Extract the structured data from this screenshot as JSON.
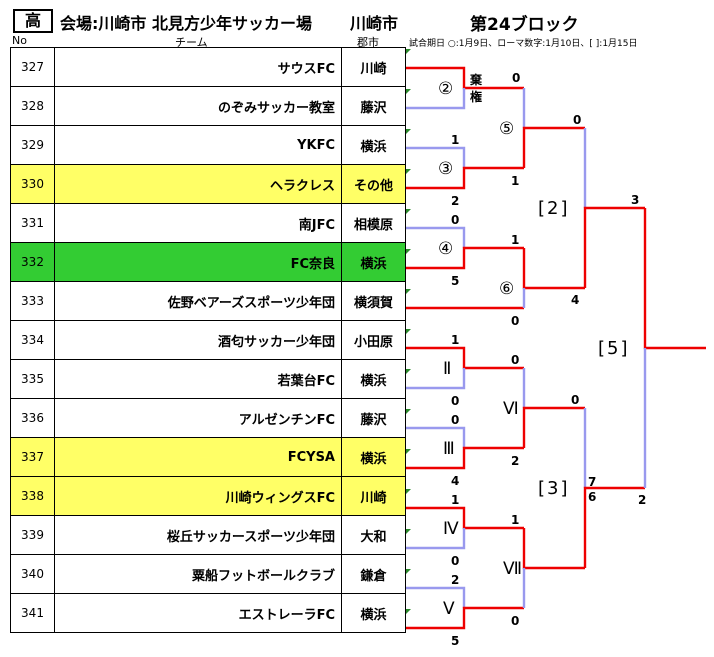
{
  "header": {
    "badge": "高",
    "venue": "会場:川崎市 北見方少年サッカー場",
    "city": "川崎市",
    "block": "第24ブロック",
    "col_no": "No",
    "col_team": "チーム",
    "col_city": "郡市",
    "note": "試合期日 ○:1月9日、ローマ数字:1月10日、[ ]:1月15日"
  },
  "teams": [
    {
      "no": "327",
      "name": "サウスFC",
      "city": "川崎",
      "highlight": ""
    },
    {
      "no": "328",
      "name": "のぞみサッカー教室",
      "city": "藤沢",
      "highlight": ""
    },
    {
      "no": "329",
      "name": "YKFC",
      "city": "横浜",
      "highlight": ""
    },
    {
      "no": "330",
      "name": "ヘラクレス",
      "city": "その他",
      "highlight": "#ffff66"
    },
    {
      "no": "331",
      "name": "南JFC",
      "city": "相模原",
      "highlight": ""
    },
    {
      "no": "332",
      "name": "FC奈良",
      "city": "横浜",
      "highlight": "#33cc33"
    },
    {
      "no": "333",
      "name": "佐野ベアーズスポーツ少年団",
      "city": "横須賀",
      "highlight": ""
    },
    {
      "no": "334",
      "name": "酒匂サッカー少年団",
      "city": "小田原",
      "highlight": ""
    },
    {
      "no": "335",
      "name": "若葉台FC",
      "city": "横浜",
      "highlight": ""
    },
    {
      "no": "336",
      "name": "アルゼンチンFC",
      "city": "藤沢",
      "highlight": ""
    },
    {
      "no": "337",
      "name": "FCYSA",
      "city": "横浜",
      "highlight": "#ffff66"
    },
    {
      "no": "338",
      "name": "川崎ウィングスFC",
      "city": "川崎",
      "highlight": "#ffff66"
    },
    {
      "no": "339",
      "name": "桜丘サッカースポーツ少年団",
      "city": "大和",
      "highlight": ""
    },
    {
      "no": "340",
      "name": "粟船フットボールクラブ",
      "city": "鎌倉",
      "highlight": ""
    },
    {
      "no": "341",
      "name": "エストレーラFC",
      "city": "横浜",
      "highlight": ""
    }
  ],
  "matches": {
    "m2": "②",
    "m3": "③",
    "m4": "④",
    "m5": "⑤",
    "m6": "⑥",
    "r2": "Ⅱ",
    "r3": "Ⅲ",
    "r4": "Ⅳ",
    "r5": "Ⅴ",
    "r6": "Ⅵ",
    "r7": "Ⅶ",
    "b2": "[2]",
    "b3": "[3]",
    "b5": "[5]",
    "forfeit_1": "棄",
    "forfeit_2": "権"
  },
  "scores": {
    "m2_winner": "0",
    "m3_top": "1",
    "m3_bot": "2",
    "m4_top": "0",
    "m4_bot": "5",
    "m5_top": "0",
    "m5_bot": "1",
    "m6_top": "1",
    "m6_bot": "0",
    "r2_top": "1",
    "r2_bot": "0",
    "r3_top": "0",
    "r3_bot": "4",
    "r4_top": "1",
    "r4_bot": "0",
    "r5_top": "2",
    "r5_bot": "5",
    "r6_top": "0",
    "r6_bot": "2",
    "r7_top": "1",
    "r7_bot": "0",
    "b2_top": "0",
    "b2_bot": "4",
    "b3_top": "0",
    "b3_bot_a": "7",
    "b3_bot_b": "6",
    "b5_top": "3",
    "b5_bot": "2"
  },
  "colors": {
    "winner_line": "#ee0000",
    "loser_line": "#9999ee",
    "yellow": "#ffff66",
    "green": "#33cc33"
  }
}
